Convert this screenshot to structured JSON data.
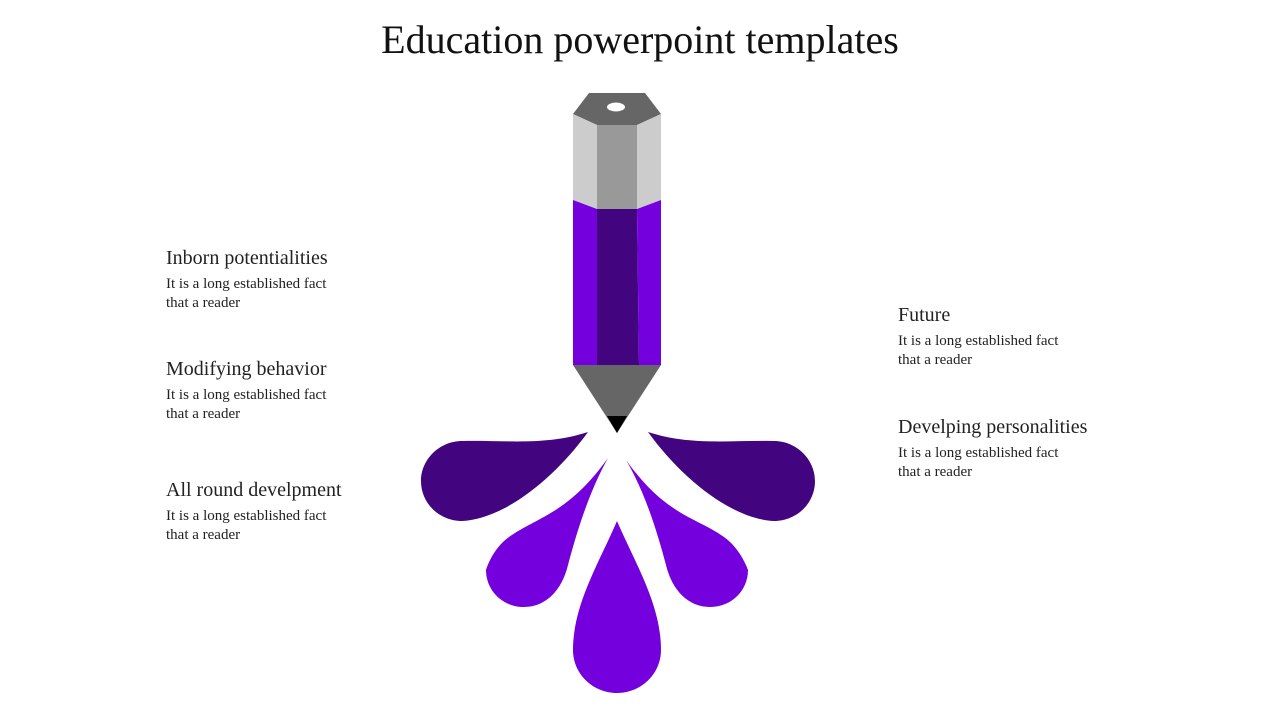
{
  "title": "Education powerpoint templates",
  "left_items": [
    {
      "heading": "Inborn potentialities",
      "text": "It is a long established fact that a reader"
    },
    {
      "heading": "Modifying behavior",
      "text": "It is a long established fact that a reader"
    },
    {
      "heading": "All round develpment",
      "text": "It is a long established fact that a reader"
    }
  ],
  "right_items": [
    {
      "heading": "Future",
      "text": "It is a long established fact that a reader"
    },
    {
      "heading": "Develping personalities",
      "text": "It is a long established fact that a reader"
    }
  ],
  "colors": {
    "purple_light": "#7400DD",
    "purple_dark": "#43057F",
    "grey_dark": "#666666",
    "grey_mid": "#999999",
    "grey_light": "#CCCCCC"
  }
}
